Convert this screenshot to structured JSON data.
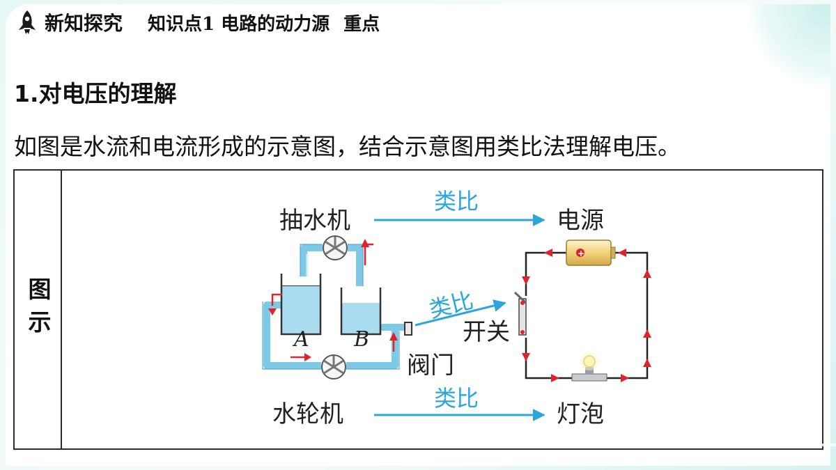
{
  "header": {
    "section_title": "新知探究",
    "topic": "知识点1  电路的动力源",
    "key_tag": "重点",
    "icon": "rocket-icon"
  },
  "heading": "1.对电压的理解",
  "intro": "如图是水流和电流形成的示意图，结合示意图用类比法理解电压。",
  "table": {
    "label": "图示",
    "diagram": {
      "pump_label": "抽水机",
      "power_label": "电源",
      "turbine_label": "水轮机",
      "bulb_label": "灯泡",
      "valve_label": "阀门",
      "switch_label": "开关",
      "analogy_label": "类比",
      "container_a": "A",
      "container_b": "B",
      "battery_sign": "+"
    }
  },
  "colors": {
    "water": "#a9dcef",
    "pipe": "#7ec9e6",
    "analogy_arrow": "#2aa6dd",
    "current_arrow": "#e0222b",
    "battery": "#f2d27a"
  }
}
